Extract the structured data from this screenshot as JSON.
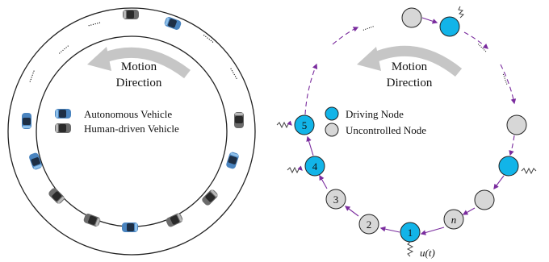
{
  "colors": {
    "driving_node": "#12b4e8",
    "uncontrolled_node": "#d7d7d7",
    "edge": "#7a2c9e",
    "motion_arrow": "#c6c6c6",
    "autonomous_car": "#4a84bf",
    "human_car": "#6b6b6b"
  },
  "left_panel": {
    "motion_label_line1": "Motion",
    "motion_label_line2": "Direction",
    "legend": [
      {
        "label": "Autonomous Vehicle",
        "icon": "blue-car-icon"
      },
      {
        "label": "Human-driven Vehicle",
        "icon": "gray-car-icon"
      }
    ],
    "ellipsis_glyph": "......"
  },
  "right_panel": {
    "motion_label_line1": "Motion",
    "motion_label_line2": "Direction",
    "legend": [
      {
        "label": "Driving Node",
        "type": "driving"
      },
      {
        "label": "Uncontrolled Node",
        "type": "uncontrolled"
      }
    ],
    "nodes": [
      {
        "label": "1",
        "type": "driving"
      },
      {
        "label": "2",
        "type": "uncontrolled"
      },
      {
        "label": "3",
        "type": "uncontrolled"
      },
      {
        "label": "4",
        "type": "driving"
      },
      {
        "label": "5",
        "type": "driving"
      },
      {
        "label": "n",
        "type": "uncontrolled"
      }
    ],
    "input_label": "u(t)",
    "ellipsis_glyph": "......"
  }
}
